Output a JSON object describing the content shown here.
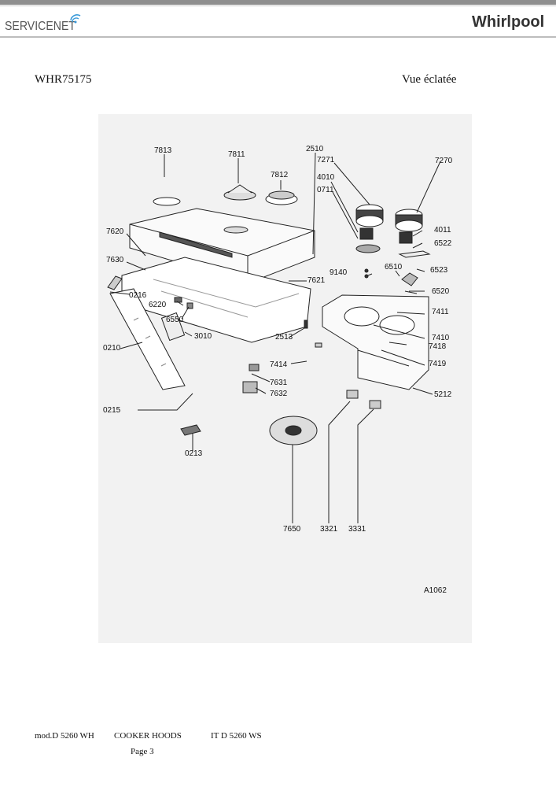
{
  "header": {
    "servicenet_logo": "SERVICENET",
    "brand_logo": "Whirlpool"
  },
  "document": {
    "model": "WHR75175",
    "view_title": "Vue éclatée"
  },
  "diagram": {
    "reference": "A1062",
    "part_labels": [
      "7813",
      "7811",
      "7812",
      "2510",
      "7271",
      "4010",
      "0711",
      "7270",
      "7620",
      "7630",
      "0216",
      "6220",
      "6550",
      "3010",
      "0210",
      "0215",
      "0213",
      "7621",
      "9140",
      "6510",
      "4011",
      "6522",
      "6523",
      "6520",
      "7411",
      "7410",
      "7418",
      "7419",
      "2513",
      "7414",
      "7631",
      "7632",
      "5212",
      "7650",
      "3321",
      "3331"
    ]
  },
  "footer": {
    "mod": "mod.D 5260  WH",
    "category": "COOKER HOODS",
    "code": "IT D 5260 WS",
    "page": "Page 3"
  },
  "colors": {
    "diagram_bg": "#f2f2f2",
    "header_bar": "#8f8f8f",
    "servicenet_blue": "#3a9ad9"
  }
}
